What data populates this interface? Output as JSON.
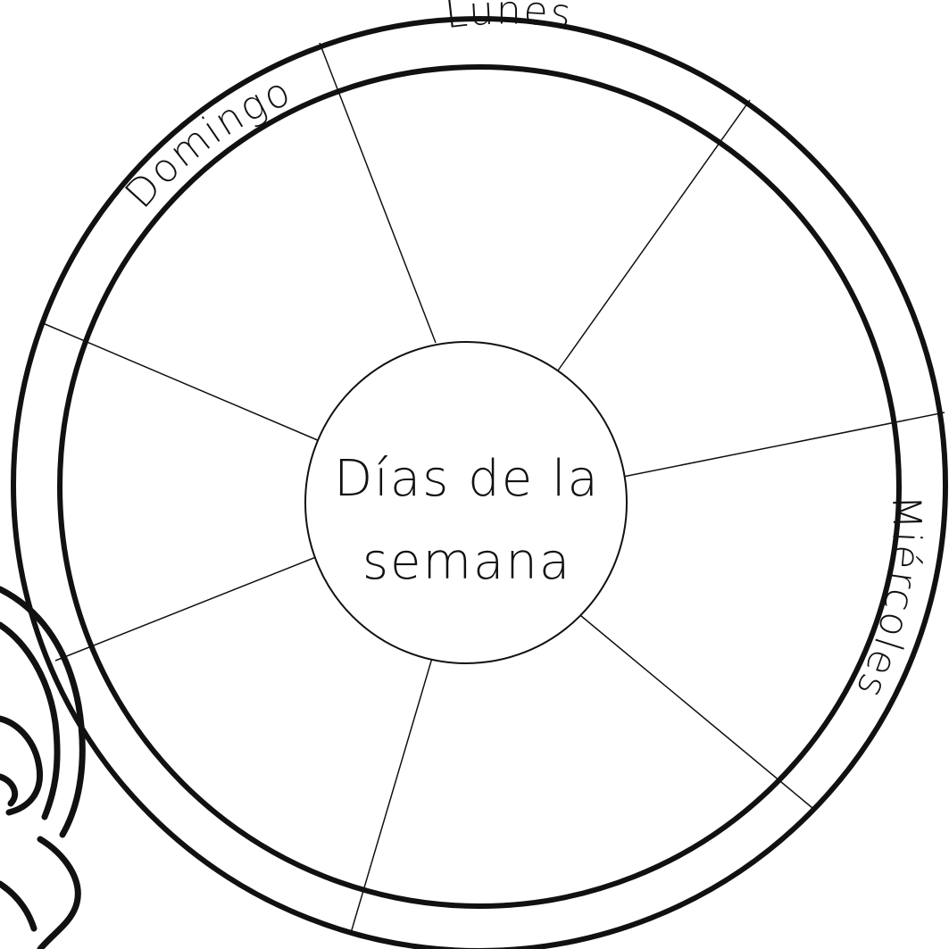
{
  "center_title": {
    "line1": "Días de la",
    "line2": "semana"
  },
  "day_labels": {
    "lunes": "Lunes",
    "miercoles": "Miércoles",
    "domingo": "Domingo"
  },
  "colors": {
    "stroke": "#111111",
    "background": "#ffffff"
  }
}
